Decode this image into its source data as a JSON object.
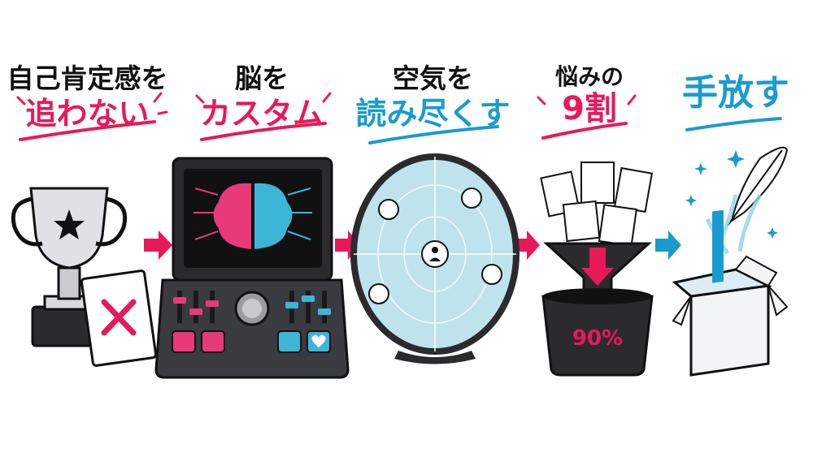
{
  "steps": [
    {
      "line1": "自己肯定感を",
      "line2": "追わない",
      "icon": "trophy-icon"
    },
    {
      "line1": "脳を",
      "line2": "カスタム",
      "icon": "brain-console-icon"
    },
    {
      "line1": "空気を",
      "line2": "読み尽くす",
      "icon": "radar-people-icon"
    },
    {
      "line1": "悩みの",
      "line2": "9割",
      "icon": "funnel-bucket-icon",
      "bucket_label": "90%"
    },
    {
      "line1": "手放す",
      "line2": "",
      "icon": "feather-box-icon"
    }
  ],
  "colors": {
    "pink": "#e8195a",
    "blue": "#1a9bd0",
    "dark": "#2b2b2e"
  }
}
